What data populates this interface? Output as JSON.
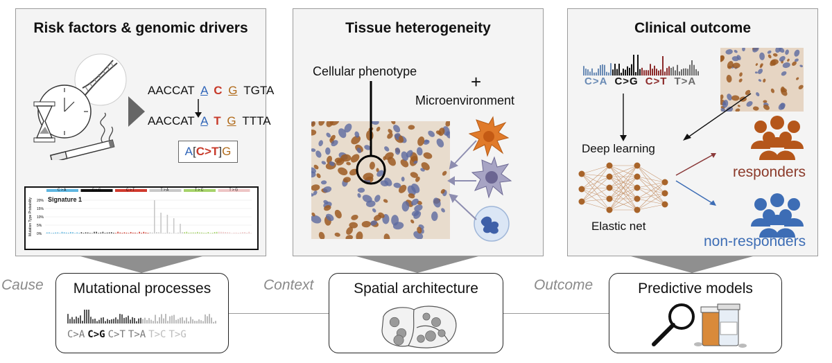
{
  "panels": {
    "risk": {
      "title": "Risk factors & genomic drivers",
      "seq1": {
        "prefix": "AACCAT",
        "b1": "A",
        "b2": "C",
        "b3": "G",
        "suffix": "TGTA"
      },
      "seq2": {
        "prefix": "AACCAT",
        "b1": "A",
        "b2": "T",
        "b3": "G",
        "suffix": "TTTA"
      },
      "context": {
        "left": "A",
        "bracket_open": "[",
        "change": "C>T",
        "bracket_close": "]",
        "right": "G"
      },
      "signature": {
        "title": "Signature 1",
        "ylabel": "Mutation Type Probability",
        "yticks": [
          "20%",
          "15%",
          "10%",
          "5%",
          "0%"
        ],
        "categories": [
          "C > A",
          "C > G",
          "C > T",
          "T > A",
          "T > C",
          "T > G"
        ],
        "category_colors": [
          "#5fb6e0",
          "#111111",
          "#d03a2e",
          "#c8c8c8",
          "#a6d36a",
          "#eec5c5"
        ]
      }
    },
    "tissue": {
      "title": "Tissue heterogeneity",
      "phenotype_label": "Cellular phenotype",
      "plus": "+",
      "microenv_label": "Microenvironment"
    },
    "clinical": {
      "title": "Clinical outcome",
      "mutation_classes": [
        "C>A",
        "C>G",
        "C>T",
        "T>A"
      ],
      "mutation_colors": [
        "#6a8bb5",
        "#111111",
        "#8b2a2a",
        "#6b6b6b"
      ],
      "deep_learning": "Deep learning",
      "elastic_net": "Elastic net",
      "responders": "responders",
      "non_responders": "non-responders",
      "responder_color": "#b5561a",
      "non_responder_color": "#3d6db5"
    }
  },
  "bottom": {
    "cause": "Cause",
    "context": "Context",
    "outcome": "Outcome",
    "mutational": "Mutational processes",
    "spatial": "Spatial architecture",
    "predictive": "Predictive models",
    "mini_classes": [
      "C>A",
      "C>G",
      "C>T",
      "T>A",
      "T>C",
      "T>G"
    ]
  }
}
